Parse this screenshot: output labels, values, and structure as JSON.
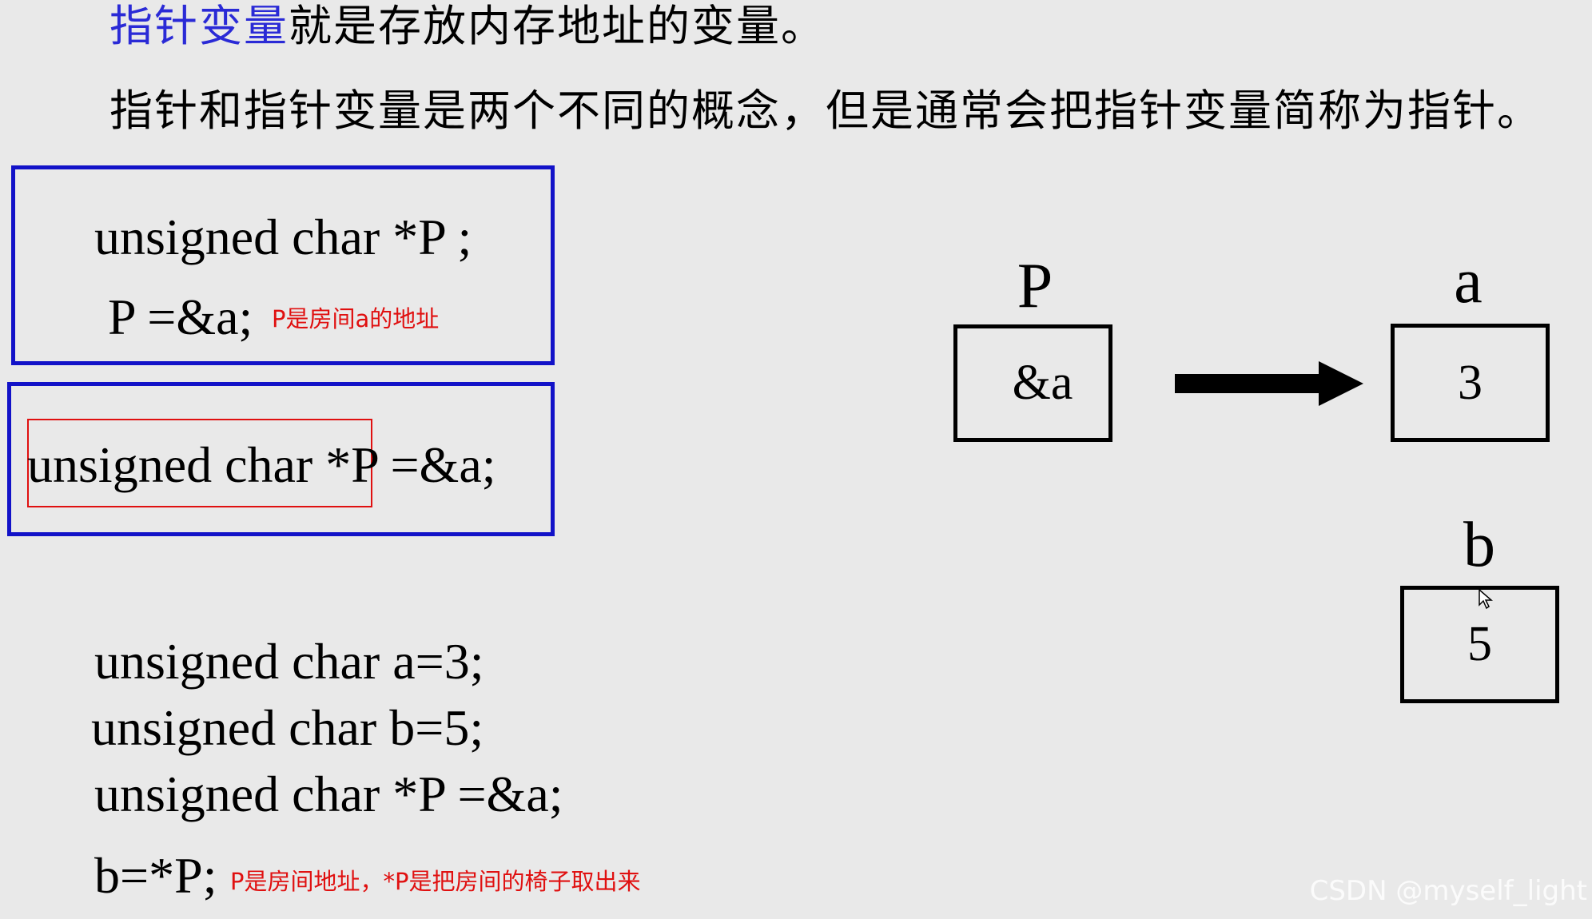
{
  "heading1": {
    "highlight": "指针变量",
    "rest": "就是存放内存地址的变量。"
  },
  "heading2": "指针和指针变量是两个不同的概念，但是通常会把指针变量简称为指针。",
  "box1": {
    "line1": "unsigned char *P ;",
    "line2": "P =&a;",
    "note": "P是房间a的地址"
  },
  "box2": {
    "line": "unsigned char *P =&a;"
  },
  "code": {
    "line1": "unsigned char a=3;",
    "line2": "unsigned char b=5;",
    "line3": "unsigned char *P =&a;",
    "line4": "b=*P;",
    "note": "P是房间地址，*P是把房间的椅子取出来"
  },
  "diagram": {
    "p_label": "P",
    "p_value": "&a",
    "a_label": "a",
    "a_value": "3",
    "b_label": "b",
    "b_value": "5"
  },
  "watermark": "CSDN @myself_light",
  "icons": {
    "arrow": "right-arrow-icon",
    "cursor": "mouse-cursor-icon"
  }
}
